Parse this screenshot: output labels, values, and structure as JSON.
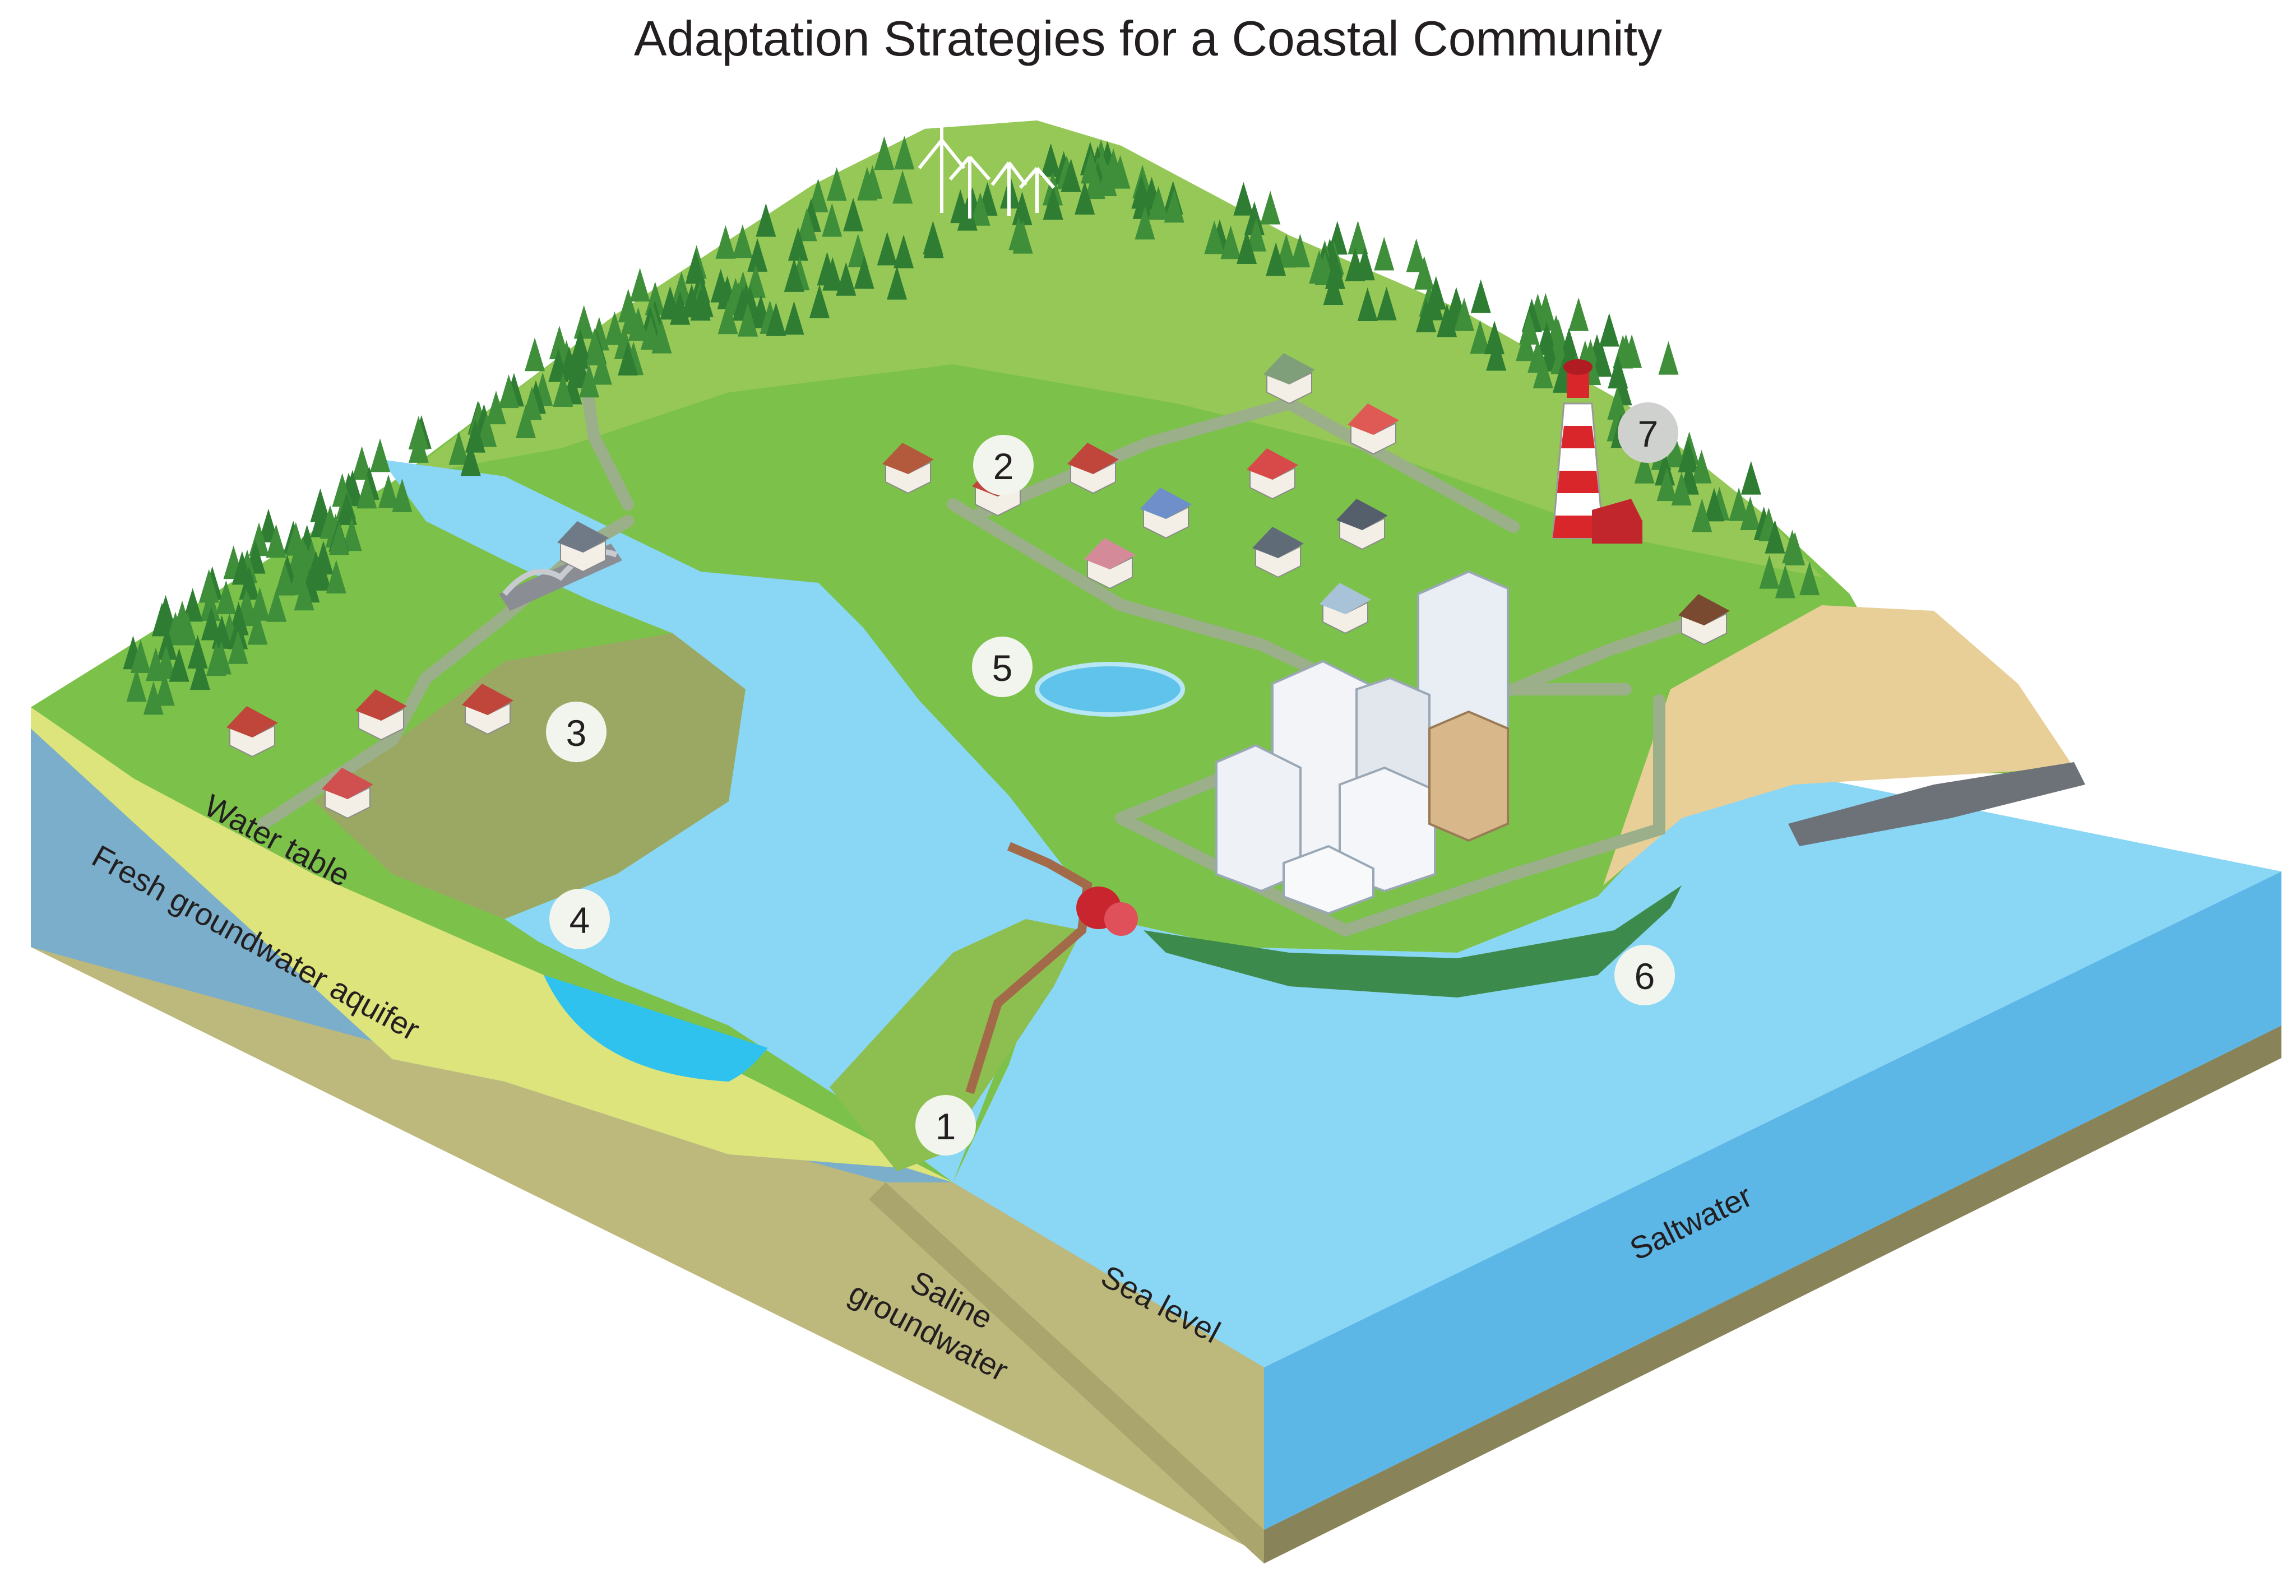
{
  "title": "Adaptation Strategies for a Coastal Community",
  "labels": {
    "water_table": "Water table",
    "fresh_groundwater_aquifer": "Fresh groundwater aquifer",
    "saline_groundwater_line1": "Saline",
    "saline_groundwater_line2": "groundwater",
    "sea_level": "Sea level",
    "saltwater": "Saltwater"
  },
  "markers": [
    "1",
    "2",
    "3",
    "4",
    "5",
    "6",
    "7"
  ],
  "colors": {
    "land_green": "#7cc24a",
    "hill_green": "#96c858",
    "forest_green": "#2e7d32",
    "sea": "#8ad6f5",
    "sea_deep": "#6bbfe6",
    "sea_side": "#5cb6e6",
    "aquifer": "#7aaecb",
    "saline": "#bdb97c",
    "sand": "#e8cf98",
    "water_table": "#dde47c",
    "marker_fill": "#f2f5ee",
    "marker_gray": "#cfd1cf",
    "lighthouse_red": "#d9262b"
  }
}
